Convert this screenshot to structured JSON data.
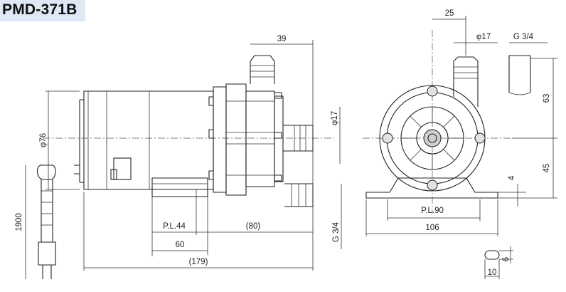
{
  "title": "PMD-371B",
  "colors": {
    "title_bg": "#dfe8f4",
    "line": "#222222"
  },
  "dimensions": {
    "d39": "39",
    "d25": "25",
    "phi17_top": "φ17",
    "g34_top": "G 3/4",
    "phi76": "φ76",
    "phi17_side": "φ17",
    "d63": "63",
    "d45": "45",
    "d4": "4",
    "d1900": "1900",
    "pl44": "P.L.44",
    "d80": "(80)",
    "d60": "60",
    "d179": "(179)",
    "g34_bottom": "G 3/4",
    "pl90": "P.L.90",
    "d106": "106",
    "d6": "6",
    "d10": "10"
  }
}
